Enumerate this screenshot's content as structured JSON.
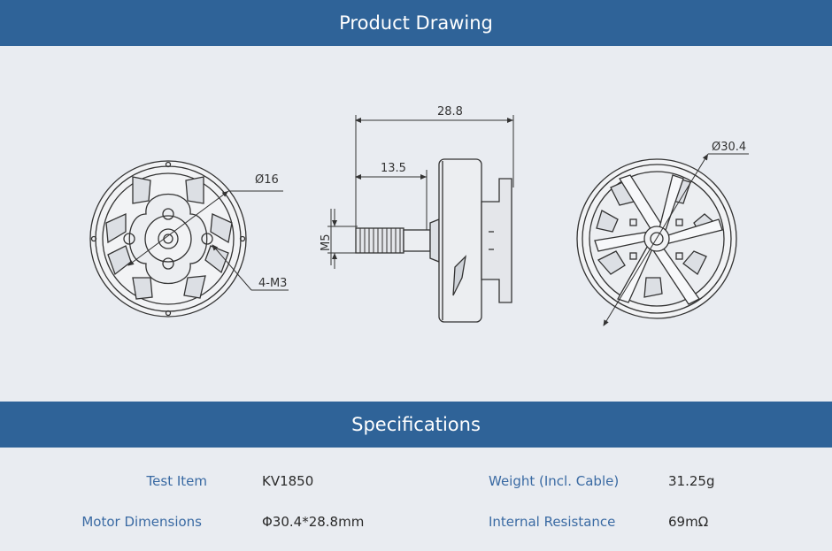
{
  "header": {
    "title": "Product Drawing"
  },
  "drawing": {
    "dimensions": {
      "front_diameter": "Ø16",
      "front_holes": "4-M3",
      "total_length": "28.8",
      "shaft_length": "13.5",
      "shaft_thread": "M5",
      "rear_diameter": "Ø30.4"
    }
  },
  "specs_header": {
    "title": "Specifications"
  },
  "specs": {
    "left": [
      {
        "label": "Test Item",
        "value": "KV1850"
      },
      {
        "label": "Motor Dimensions",
        "value": "Φ30.4*28.8mm"
      }
    ],
    "right": [
      {
        "label": "Weight (Incl. Cable)",
        "value": "31.25g"
      },
      {
        "label": "Internal Resistance",
        "value": "69mΩ"
      }
    ]
  },
  "colors": {
    "header_bg": "#2f6398",
    "label_text": "#3a6aa3",
    "page_bg": "#e9ecf1"
  }
}
